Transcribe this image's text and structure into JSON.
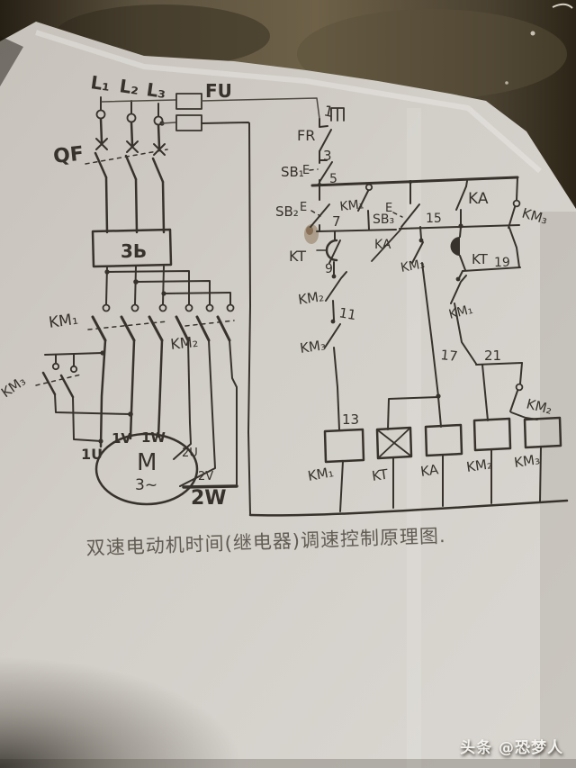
{
  "photo": {
    "caption": "双速电动机时间(继电器)调速控制原理图.",
    "watermark": "头条 @恐梦人"
  },
  "power": {
    "l1": "L₁",
    "l2": "L₂",
    "l3": "L₃",
    "fu": "FU",
    "qf": "QF",
    "thermal_box": "3Ь"
  },
  "main": {
    "km1": "KM₁",
    "km2": "KM₂",
    "km3": "KM₃",
    "motor": "M",
    "phase": "3~",
    "t1u": "1U",
    "t1v": "1V",
    "t1w": "1W",
    "t2u": "2U",
    "t2v": "2V",
    "t2w": "2W"
  },
  "control": {
    "fr": "FR",
    "sb1": "SB₁",
    "sb2": "SB₂",
    "sb3": "SB₃",
    "e": "E",
    "km1_seal": "KM₁",
    "ka_seal": "KA",
    "kt_nc": "KT",
    "km2_nc": "KM₂",
    "km3_nc": "KM₃",
    "km3_no": "KM₃",
    "ka_no": "KA",
    "km3_no_right": "KM₃",
    "kt_no": "KT",
    "km1_nc": "KM₁",
    "km2_no": "KM₂",
    "coil_km1": "KM₁",
    "coil_kt": "KT",
    "coil_ka": "KA",
    "coil_km2": "KM₂",
    "coil_km3": "KM₃",
    "w": {
      "n1": "1",
      "n3": "3",
      "n5": "5",
      "n7": "7",
      "n9": "9",
      "n11": "11",
      "n13": "13",
      "n15": "15",
      "n17": "17",
      "n19": "19",
      "n21": "21"
    }
  }
}
